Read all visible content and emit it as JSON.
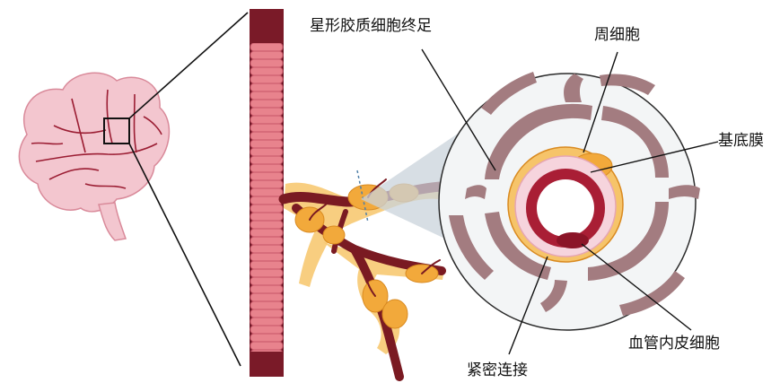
{
  "labels": {
    "astrocyte_endfoot": "星形胶质细胞终足",
    "pericyte": "周细胞",
    "basement_membrane": "基底膜",
    "endothelial_cell": "血管内皮细胞",
    "tight_junction": "紧密连接"
  },
  "colors": {
    "brain_fill": "#f3c6cf",
    "brain_vessel": "#9b1d33",
    "vessel_outer": "#6e1524",
    "vessel_band": "#e8838d",
    "vessel_band_line": "#c65566",
    "astro_orange": "#f2a93b",
    "astro_glow": "#f7c66a",
    "capillary": "#7a1a22",
    "endfoot_gray": "#a37c80",
    "circle_bg": "#f3f5f6",
    "cone": "#c9d3db",
    "pericyte_fill": "#f6c46a",
    "bm_pink": "#f6d4dd",
    "endothelium": "#a91e35"
  }
}
